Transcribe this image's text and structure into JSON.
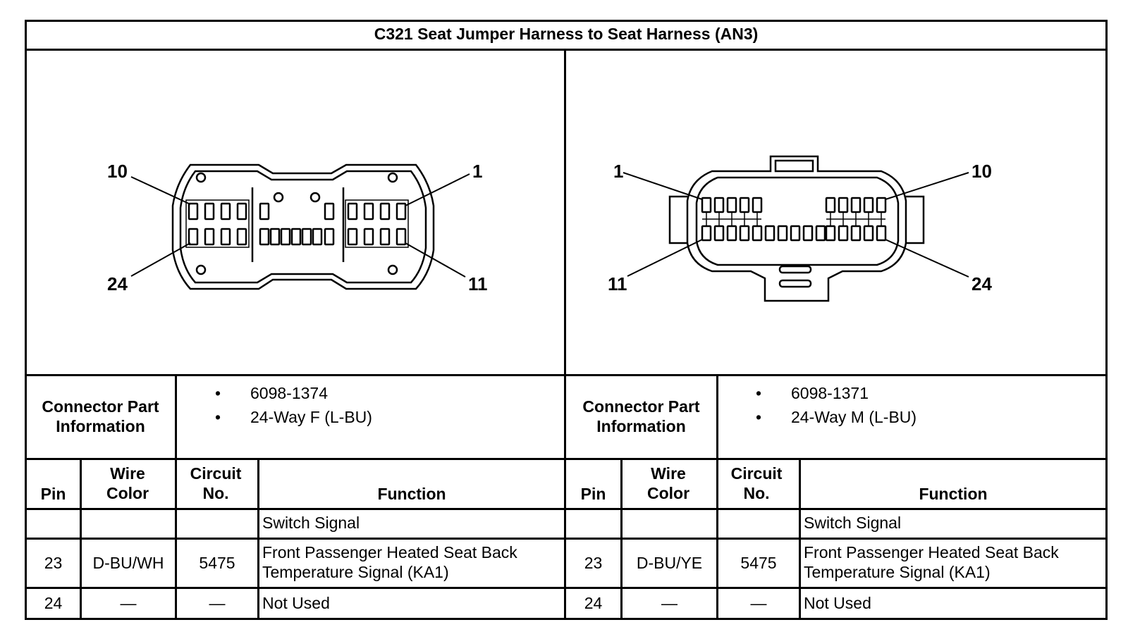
{
  "title": "C321 Seat Jumper Harness to Seat Harness (AN3)",
  "connectors": [
    {
      "pin_labels": {
        "top_left": "10",
        "top_right": "1",
        "bottom_left": "24",
        "bottom_right": "11"
      },
      "part_info_label": "Connector Part Information",
      "part_info": [
        "6098-1374",
        "24-Way F (L-BU)"
      ],
      "headers": {
        "pin": "Pin",
        "wire_color": "Wire Color",
        "circuit": "Circuit No.",
        "function": "Function"
      },
      "rows": [
        {
          "pin": "",
          "wire_color": "",
          "circuit": "",
          "function": "Switch Signal"
        },
        {
          "pin": "23",
          "wire_color": "D-BU/WH",
          "circuit": "5475",
          "function": "Front Passenger Heated Seat Back Temperature Signal (KA1)"
        },
        {
          "pin": "24",
          "wire_color": "—",
          "circuit": "—",
          "function": "Not Used"
        }
      ]
    },
    {
      "pin_labels": {
        "top_left": "1",
        "top_right": "10",
        "bottom_left": "11",
        "bottom_right": "24"
      },
      "part_info_label": "Connector Part Information",
      "part_info": [
        "6098-1371",
        "24-Way M (L-BU)"
      ],
      "headers": {
        "pin": "Pin",
        "wire_color": "Wire Color",
        "circuit": "Circuit No.",
        "function": "Function"
      },
      "rows": [
        {
          "pin": "",
          "wire_color": "",
          "circuit": "",
          "function": "Switch Signal"
        },
        {
          "pin": "23",
          "wire_color": "D-BU/YE",
          "circuit": "5475",
          "function": "Front Passenger Heated Seat Back Temperature Signal (KA1)"
        },
        {
          "pin": "24",
          "wire_color": "—",
          "circuit": "—",
          "function": "Not Used"
        }
      ]
    }
  ]
}
